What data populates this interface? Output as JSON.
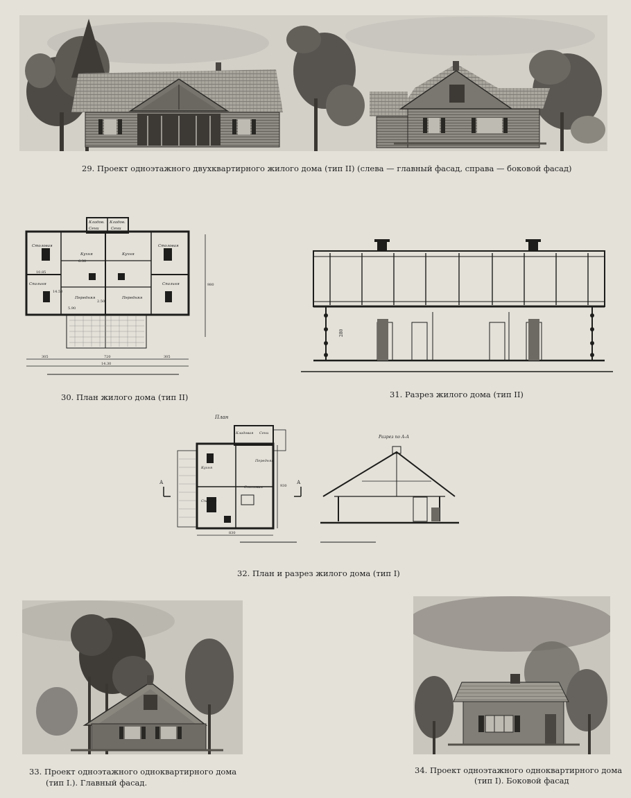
{
  "figures": {
    "fig29": {
      "caption": "29. Проект одноэтажного двухквартирного жилого дома (тип II) (слева — главный фасад, справа — боковой фасад)"
    },
    "fig30": {
      "caption": "30. План жилого дома (тип II)",
      "room_labels": [
        "Кладов.",
        "Кладов.",
        "Сени",
        "Сени",
        "Кухня",
        "Кухня",
        "Столовая",
        "Столовая",
        "Спальня",
        "Спальня",
        "Передняя",
        "Передняя"
      ],
      "area_labels": [
        "6.30",
        "10.85",
        "14.50",
        "5.90",
        "2.50"
      ],
      "dimensions": [
        "305",
        "720",
        "305",
        "14.30",
        "980"
      ]
    },
    "fig31": {
      "caption": "31. Разрез жилого дома (тип II)",
      "dimension": "280"
    },
    "fig32": {
      "caption": "32. План и разрез жилого дома (тип I)",
      "plan_title": "План",
      "section_title": "Разрез по А-А",
      "room_labels": [
        "Кладовая",
        "Сени",
        "Кухня",
        "Передняя",
        "Спальня",
        "Столовая"
      ],
      "markers": [
        "А",
        "А"
      ],
      "dimensions": [
        "830",
        "930"
      ]
    },
    "fig33": {
      "caption_line1": "33. Проект одноэтажного одноквартирного дома",
      "caption_line2": "(тип I.). Главный фасад."
    },
    "fig34": {
      "caption_line1": "34. Проект одноэтажного одноквартирного дома",
      "caption_line2": "(тип I). Боковой фасад"
    }
  }
}
